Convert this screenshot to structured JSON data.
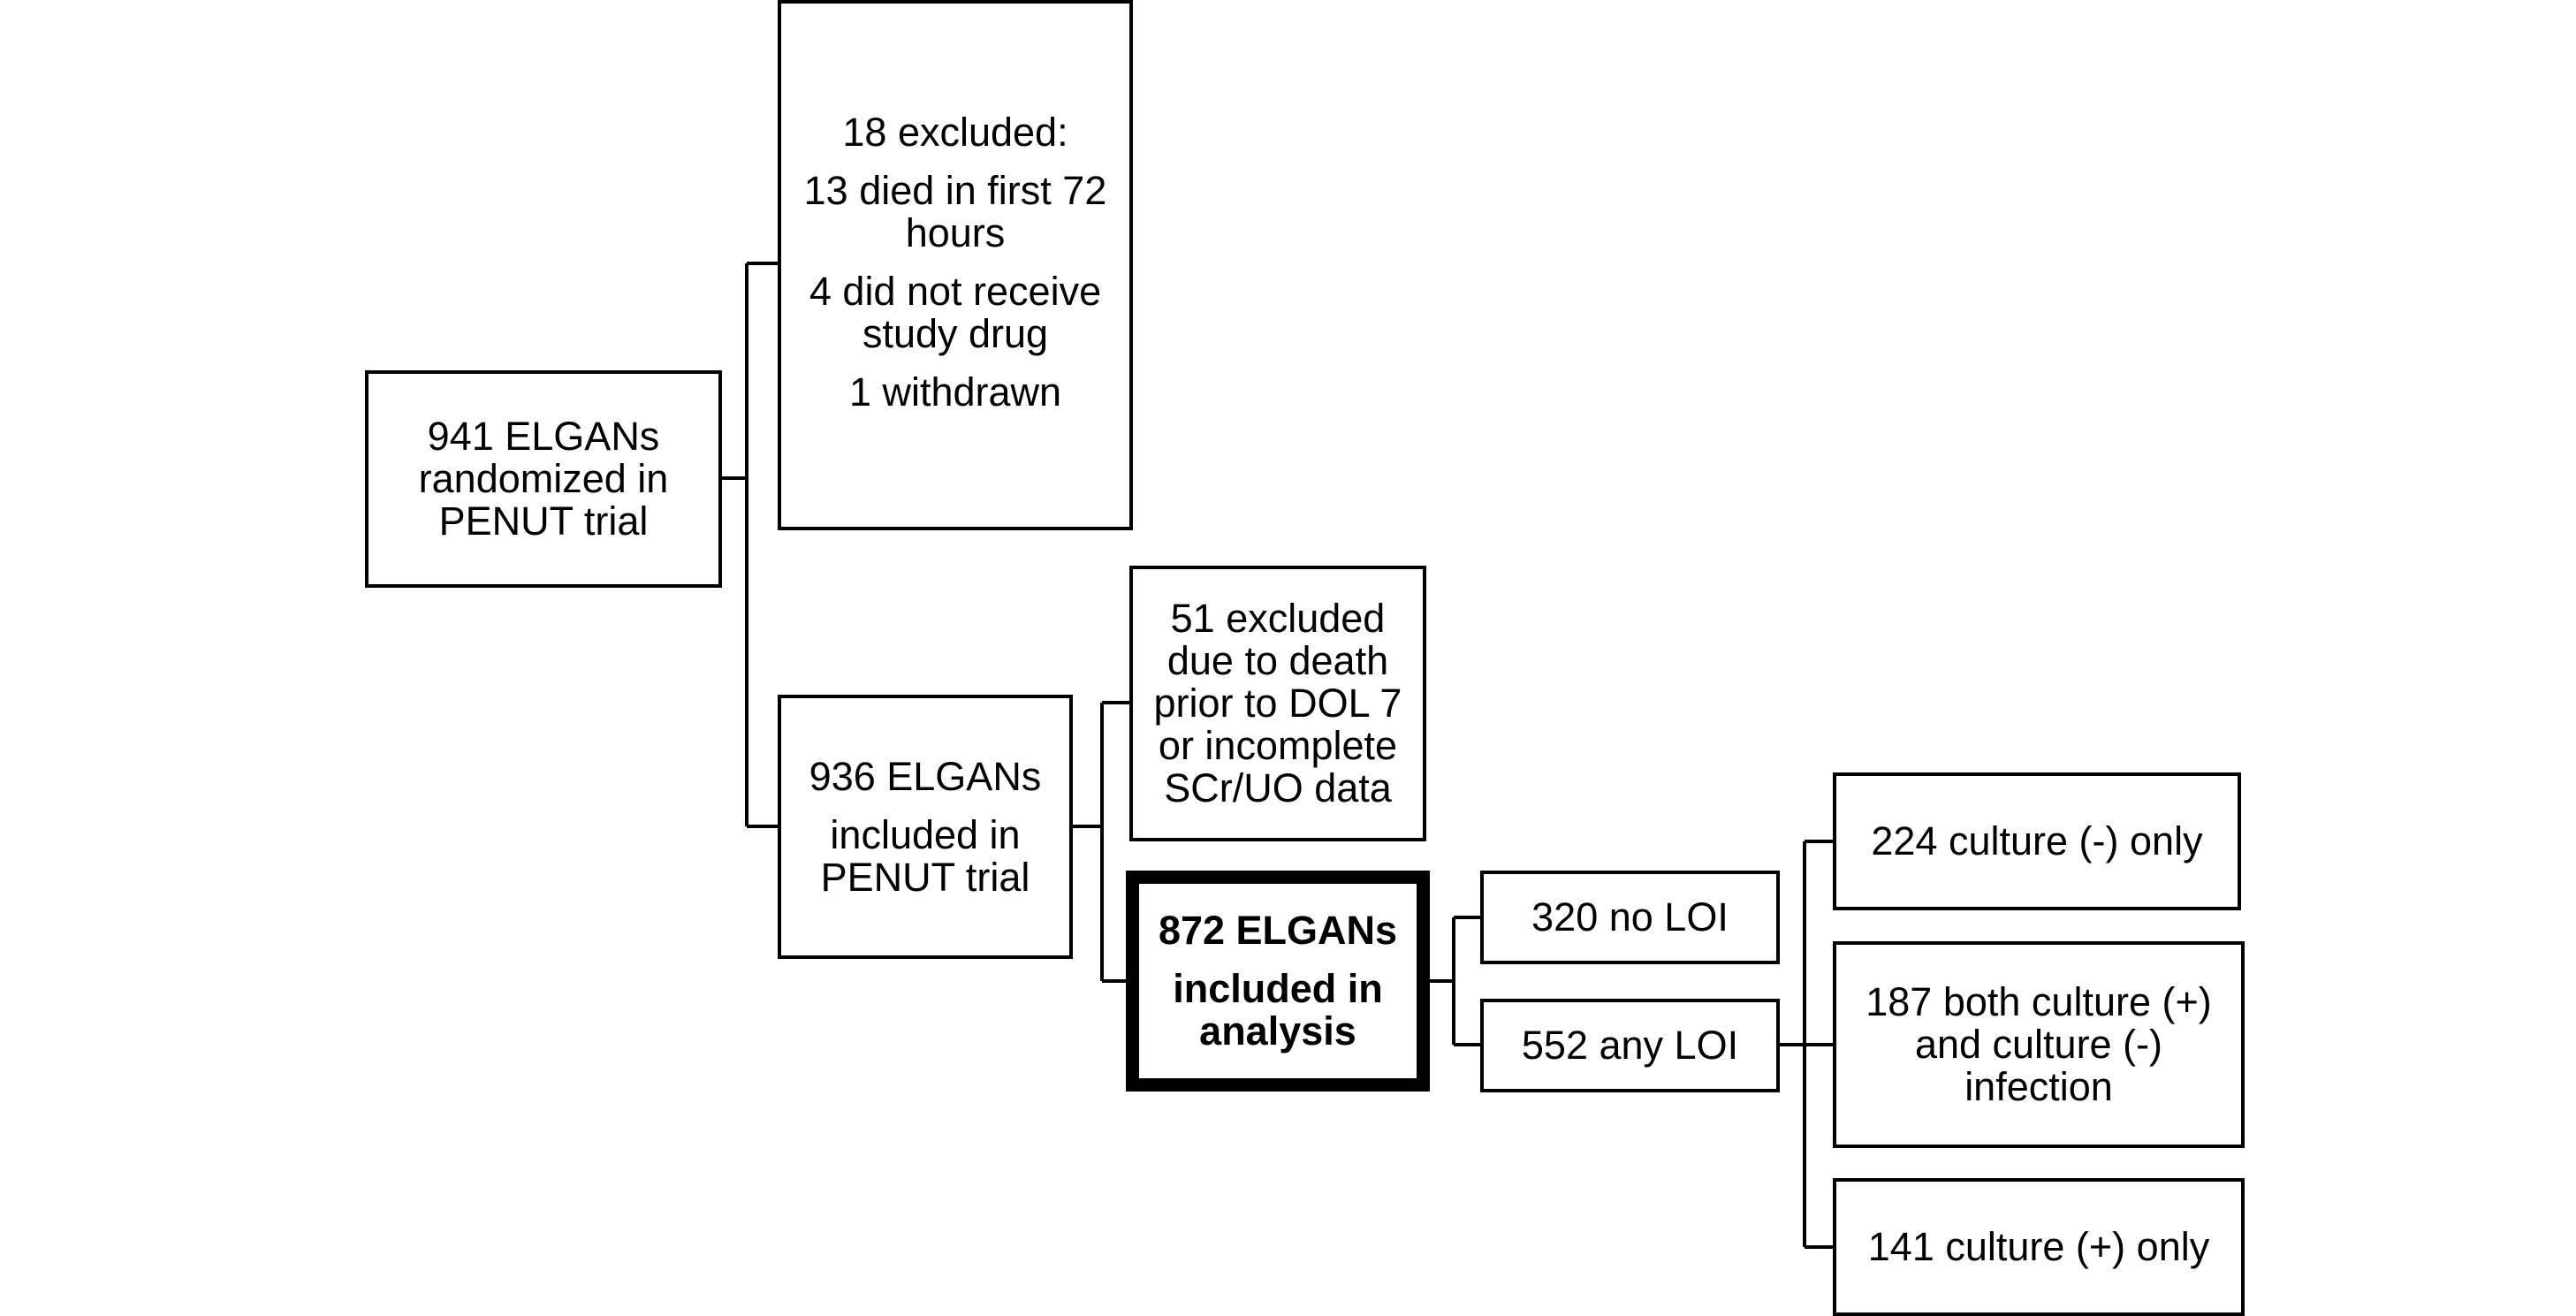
{
  "nodes": {
    "randomized": {
      "lines": [
        "941 ELGANs",
        "randomized in",
        "PENUT trial"
      ]
    },
    "excluded_first": {
      "title": "18 excluded:",
      "items": [
        [
          "13 died in first 72",
          "hours"
        ],
        [
          "4 did not receive",
          "study drug"
        ],
        [
          "1 withdrawn"
        ]
      ]
    },
    "included_trial": {
      "line1": "936 ELGANs",
      "line2": "included in",
      "line3": "PENUT trial"
    },
    "excluded_second": {
      "lines": [
        "51 excluded",
        "due to death",
        "prior to DOL 7",
        "or incomplete",
        "SCr/UO data"
      ]
    },
    "analysis": {
      "line1": "872 ELGANs",
      "line2": "included in",
      "line3": "analysis"
    },
    "no_loi": {
      "label": "320 no LOI"
    },
    "any_loi": {
      "label": "552 any LOI"
    },
    "culture_neg": {
      "label": "224 culture (-) only"
    },
    "culture_both": {
      "lines": [
        "187 both culture (+)",
        "and culture (-)",
        "infection"
      ]
    },
    "culture_pos": {
      "label": "141 culture (+) only"
    }
  }
}
